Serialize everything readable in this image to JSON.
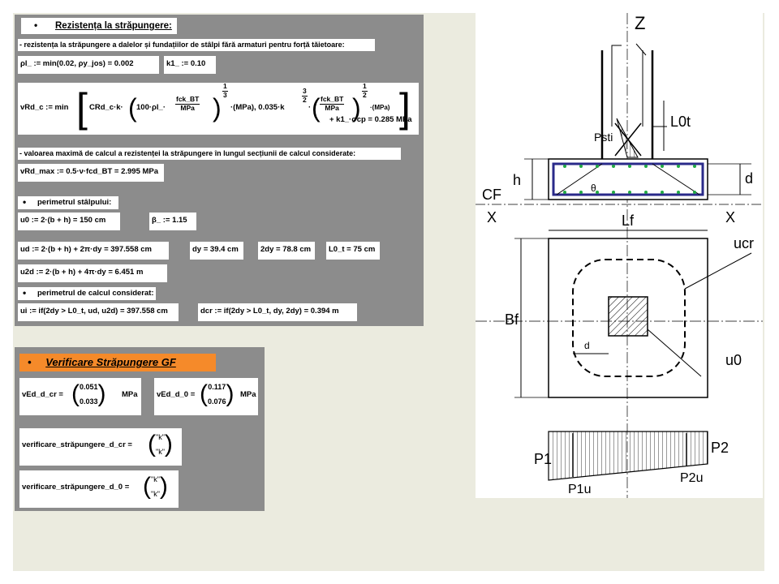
{
  "main": {
    "heading_bullet": "•",
    "heading": "Rezistența la străpungere:",
    "line1": "- rezistența la străpungere a dalelor și fundațiilor de stâlpi fără armaturi pentru forță tăietoare:",
    "rho_def": "ρl_ := min(0.02, ρy_jos) = 0.002",
    "k1_def": "k1_ := 0.10",
    "vrdc_lhs": "vRd_c := min",
    "vrdc_c": "CRd_c·k·",
    "vrdc_100": "100·ρl_·",
    "vrdc_fck": "fck_BT",
    "vrdc_mpa": "MPa",
    "vrdc_exp13": "1",
    "vrdc_exp3": "3",
    "vrdc_mid": "·(MPa), 0.035·k",
    "vrdc_exp32n": "3",
    "vrdc_exp32d": "2",
    "vrdc_mid2": "·",
    "vrdc_exp12n": "1",
    "vrdc_exp12d": "2",
    "vrdc_mpa2": "·(MPa)",
    "vrdc_tail": "+ k1_·σcp = 0.285 MPa",
    "line2": "- valoarea maximă de calcul a rezistenței la străpungere în lungul secțiunii de calcul considerate:",
    "vrdmax": "vRd_max := 0.5·ν·fcd_BT = 2.995 MPa",
    "perim_stalp": "perimetrul stâlpului:",
    "u0": "u0 := 2·(b + h) = 150 cm",
    "beta": "β_ := 1.15",
    "ud": "ud := 2·(b + h) + 2π·dy = 397.558 cm",
    "dy": "dy = 39.4 cm",
    "two_dy": "2dy = 78.8 cm",
    "l0t": "L0_t = 75 cm",
    "u2d": "u2d := 2·(b + h) + 4π·dy = 6.451 m",
    "perim_calc": "perimetrul de calcul considerat:",
    "ui": "ui := if(2dy > L0_t, ud, u2d) = 397.558 cm",
    "dcr": "dcr := if(2dy > L0_t, dy, 2dy) = 0.394 m"
  },
  "verif": {
    "bullet": "•",
    "title": "Verificare Străpungere GF",
    "ved_cr_lhs": "vEd_d_cr =",
    "ved_cr_vals": [
      "0.051",
      "0.033"
    ],
    "ved_0_lhs": "vEd_d_0 =",
    "ved_0_vals": [
      "0.117",
      "0.076"
    ],
    "unit": "MPa",
    "chk_cr_lhs": "verificare_străpungere_d_cr =",
    "chk_cr_vals": [
      "\"k\"",
      "\"k\""
    ],
    "chk_0_lhs": "verificare_străpungere_d_0 =",
    "chk_0_vals": [
      "\"k\"",
      "\"k\""
    ]
  },
  "figure": {
    "z": "Z",
    "l0t": "L0t",
    "psti": "Psti",
    "h": "h",
    "d_top": "d",
    "cf": "CF",
    "x_left": "X",
    "x_right": "X",
    "lf": "Lf",
    "ucr": "ucr",
    "bf": "Bf",
    "d_plan": "d",
    "u0": "u0",
    "p1": "P1",
    "p2": "P2",
    "p1u": "P1u",
    "p2u": "P2u",
    "angle": "θ"
  }
}
